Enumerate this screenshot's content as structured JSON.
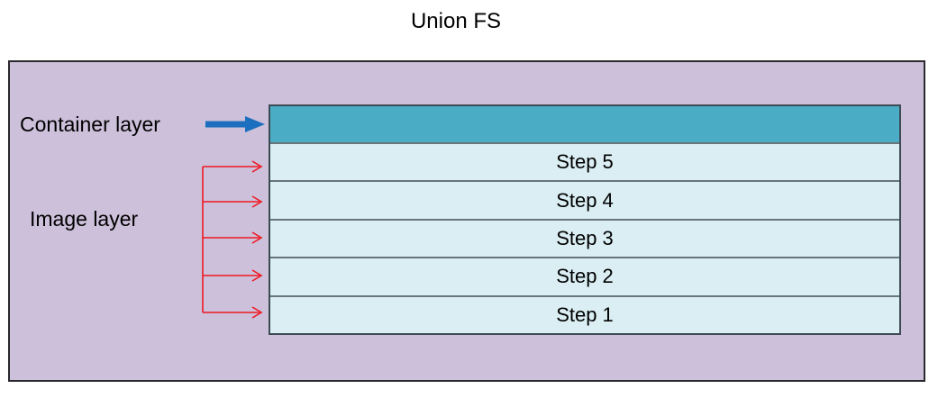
{
  "title": "Union FS",
  "labels": {
    "container_layer": "Container layer",
    "image_layer": "Image layer"
  },
  "image_layers": [
    "Step 5",
    "Step 4",
    "Step 3",
    "Step 2",
    "Step 1"
  ],
  "container_bar_label": "",
  "colors": {
    "page_background": "#ffffff",
    "outer_box": "#ccc0da",
    "outer_box_border": "#2a2a2e",
    "container_bar": "#4bacc6",
    "image_row": "#daeef3",
    "stack_border": "#3c4a54",
    "row_separator": "#68757c",
    "blue_arrow": "#1b6fbe",
    "red_arrow": "#f01923",
    "text": "#000000"
  }
}
